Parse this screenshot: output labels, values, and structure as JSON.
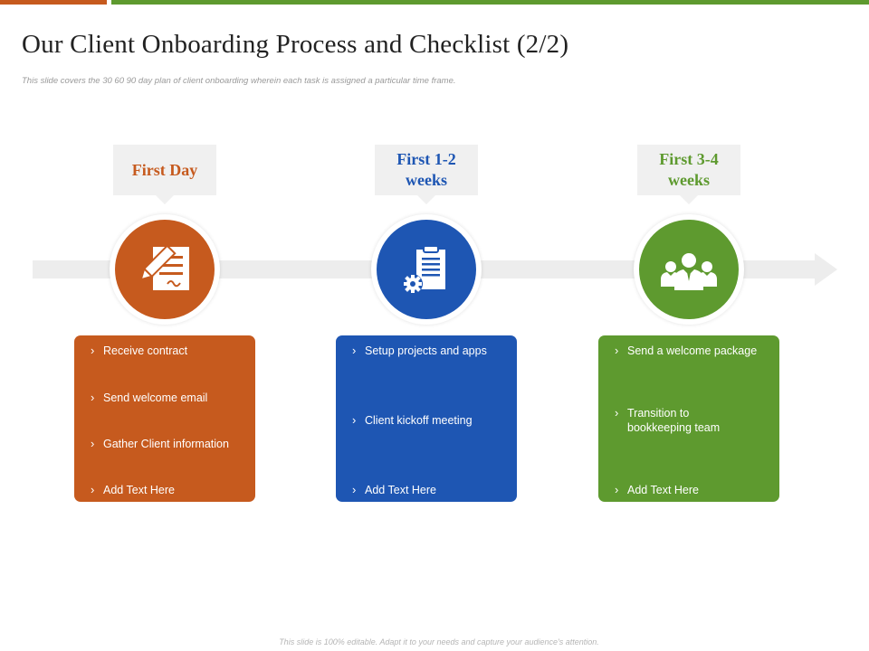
{
  "title": "Our Client Onboarding Process and Checklist (2/2)",
  "subtitle": "This slide covers the 30 60 90 day plan of client onboarding wherein each task is assigned a particular time frame.",
  "footer": "This slide is 100% editable. Adapt it to your needs and capture your audience's attention.",
  "colors": {
    "orange": "#c65a1e",
    "blue": "#1e56b3",
    "green": "#5e9a2f",
    "callout_bg": "#f0f0f0",
    "arrow": "#ededed"
  },
  "stages": [
    {
      "label": "First Day",
      "icon": "contract-signing-icon",
      "items": [
        "Receive  contract",
        "Send welcome  email",
        "Gather Client information",
        "Add Text Here"
      ]
    },
    {
      "label": "First 1-2 weeks",
      "icon": "clipboard-gear-icon",
      "items": [
        "Setup projects and apps",
        "Client kickoff meeting",
        "Add Text Here"
      ]
    },
    {
      "label": "First 3-4 weeks",
      "icon": "team-people-icon",
      "items": [
        "Send a welcome  package",
        "Transition to bookkeeping team",
        "Add Text Here"
      ]
    }
  ],
  "bullet_glyph": "›"
}
